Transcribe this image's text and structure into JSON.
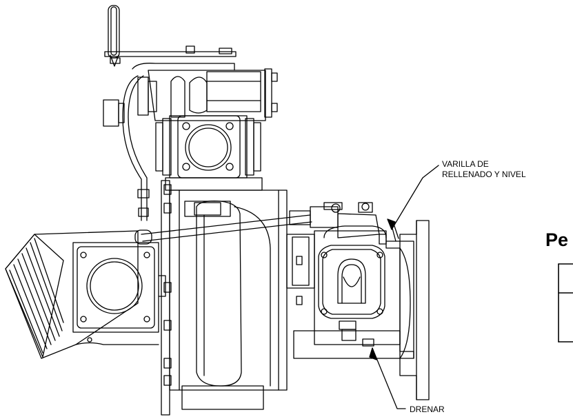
{
  "callouts": {
    "dipstick_line1": "VARILLA DE",
    "dipstick_line2": "RELLENADO Y NIVEL",
    "drain": "DRENAR"
  },
  "side_title": "Pe",
  "colors": {
    "line": "#000000",
    "background": "#ffffff"
  }
}
